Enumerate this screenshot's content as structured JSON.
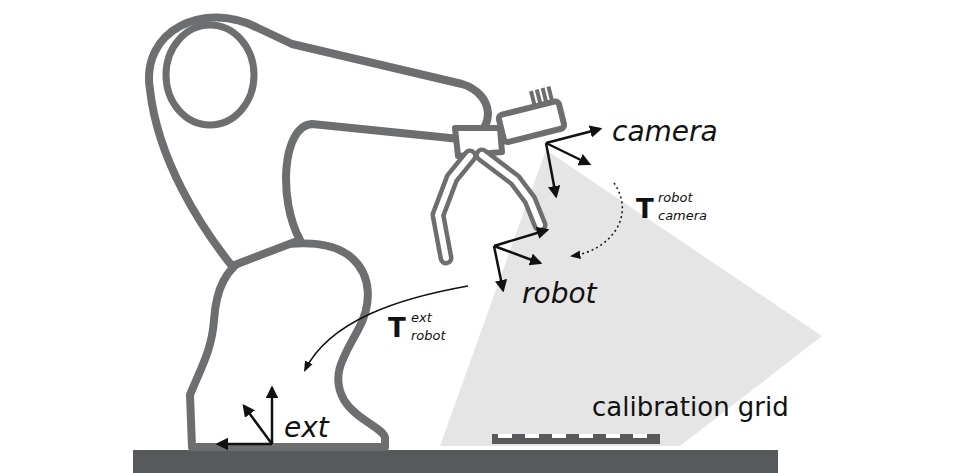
{
  "diagram": {
    "labels": [
      "camera",
      "T",
      "robot",
      "camera",
      "robot",
      "T",
      "ext",
      "robot",
      "ext",
      "calibration grid"
    ]
  }
}
